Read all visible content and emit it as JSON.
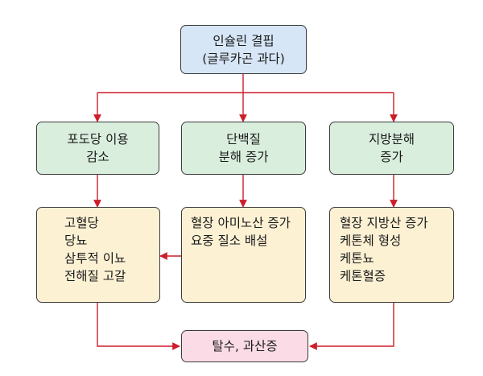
{
  "colors": {
    "arrow": "#cc1f2a",
    "blue_box": "#d6e6f6",
    "green_box": "#d9eedd",
    "cream_box": "#fdf1d4",
    "pink_box": "#fbdce6",
    "border": "#3b3b3b"
  },
  "top": {
    "lines": [
      "인슐린 결핍",
      "(글루카곤 과다)"
    ]
  },
  "mid": [
    {
      "lines": [
        "포도당 이용",
        "감소"
      ]
    },
    {
      "lines": [
        "단백질",
        "분해 증가"
      ]
    },
    {
      "lines": [
        "지방분해",
        "증가"
      ]
    }
  ],
  "effects": [
    {
      "lines": [
        "고혈당",
        "당뇨",
        "삼투적 이뇨",
        "전해질 고갈"
      ]
    },
    {
      "lines": [
        "혈장 아미노산 증가",
        "요중 질소 배설"
      ]
    },
    {
      "lines": [
        "혈장 지방산 증가",
        "케톤체 형성",
        "케톤뇨",
        "케톤혈증"
      ]
    }
  ],
  "bottom": {
    "lines": [
      "탈수, 과산증"
    ]
  }
}
